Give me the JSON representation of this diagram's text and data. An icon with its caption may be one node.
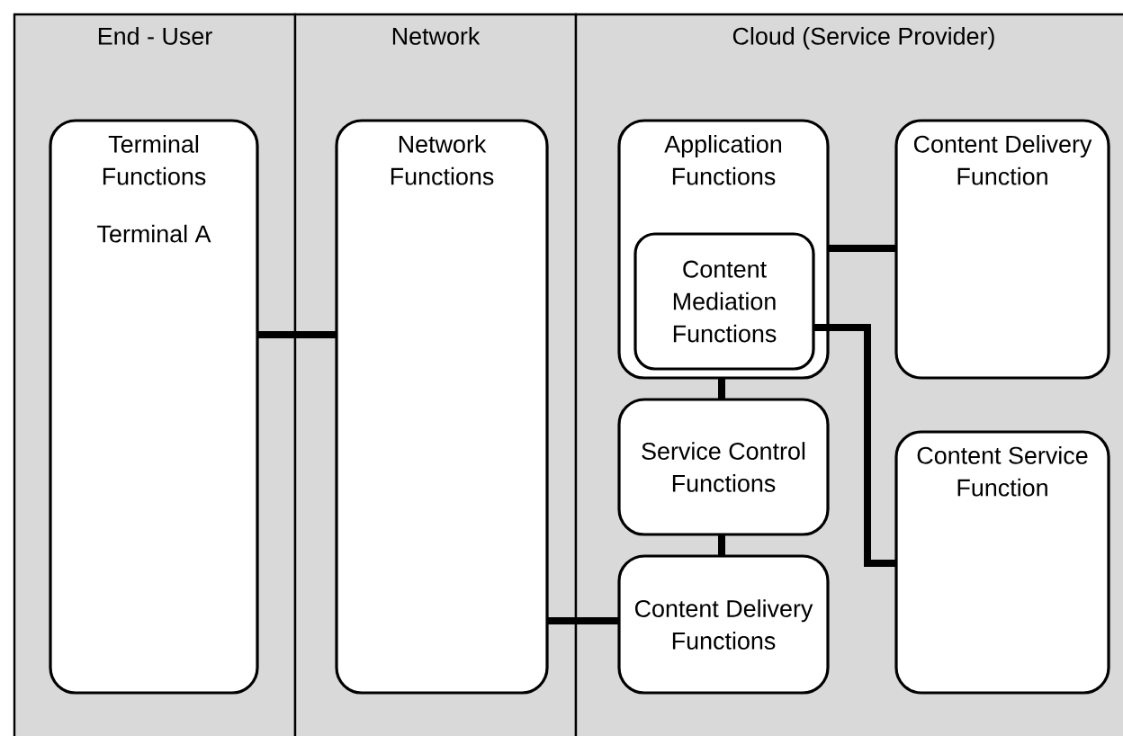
{
  "diagram": {
    "nodes": [
      {
        "text": [
          "End - User"
        ]
      },
      {
        "text": [
          "Network"
        ]
      },
      {
        "text": [
          "Cloud (Service Provider)"
        ]
      },
      {
        "text": [
          "Terminal Functions",
          "Terminal A"
        ],
        "in": 0
      },
      {
        "text": [
          "Network Functions"
        ],
        "in": 1
      },
      {
        "text": [
          "Application Functions"
        ],
        "in": 2
      },
      {
        "text": [
          "Content Mediation Functions"
        ],
        "in": 5
      },
      {
        "text": [
          "Content Delivery Function"
        ],
        "in": 2
      },
      {
        "text": [
          "Service Control Functions"
        ],
        "in": 2
      },
      {
        "text": [
          "Content Service Function"
        ],
        "in": 2
      },
      {
        "text": [
          "Content Delivery Functions"
        ],
        "in": 2
      }
    ],
    "edges": [
      {
        "from": 3,
        "to": 4,
        "arrow": "none"
      },
      {
        "from": 4,
        "to": 10,
        "arrow": "none"
      },
      {
        "from": 5,
        "to": 7,
        "arrow": "none"
      },
      {
        "from": 6,
        "to": 9,
        "arrow": "none"
      },
      {
        "from": 5,
        "to": 8,
        "arrow": "none"
      },
      {
        "from": 8,
        "to": 10,
        "arrow": "none"
      }
    ]
  }
}
